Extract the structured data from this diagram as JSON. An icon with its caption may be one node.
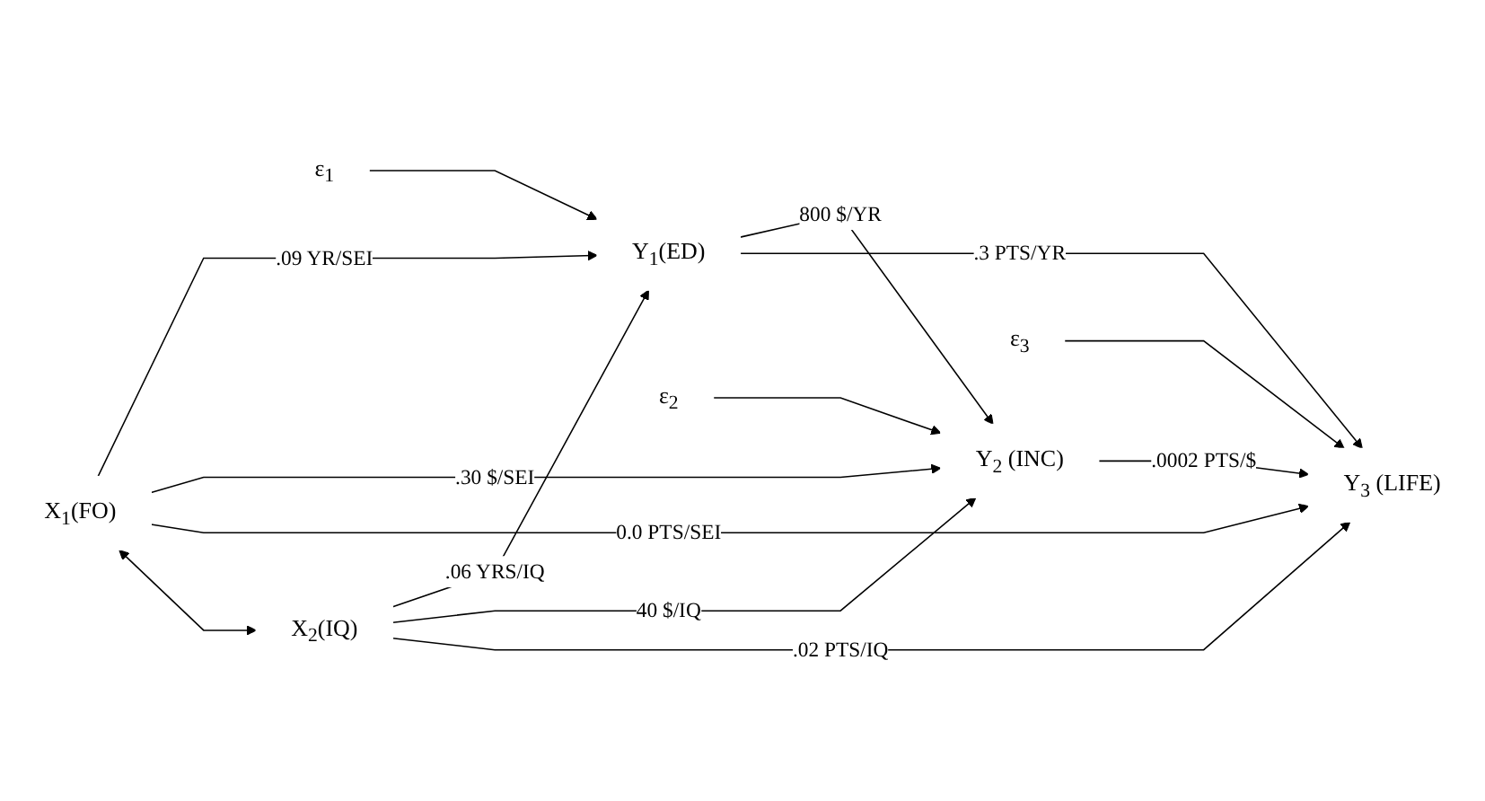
{
  "diagram": {
    "nodes": [
      {
        "text": [
          "X$_{1}$(FO)"
        ]
      },
      {
        "text": [
          "Y$_{1}$(ED)"
        ]
      },
      {
        "text": [
          "ε$_{1}$"
        ]
      },
      {
        "text": [
          "Y$_{2}$ (INC)"
        ]
      },
      {
        "text": [
          "ε$_{2}$"
        ]
      },
      {
        "text": [
          "X$_{2}$(IQ)"
        ]
      },
      {
        "text": [
          "Y$_{3}$ (LIFE)"
        ]
      },
      {
        "text": [
          "ε$_{3}$"
        ]
      }
    ],
    "edges": [
      {
        "from": 0,
        "to": 1,
        "arrow": "to",
        "label": ".09 YR/SEI"
      },
      {
        "from": 0,
        "to": 3,
        "arrow": "to",
        "label": ".30 $/SEI"
      },
      {
        "from": 0,
        "to": 6,
        "arrow": "to",
        "label": "0.0 PTS/SEI"
      },
      {
        "from": 0,
        "to": 5,
        "arrow": "both"
      },
      {
        "from": 1,
        "to": 3,
        "arrow": "to",
        "label": "800 $/YR"
      },
      {
        "from": 1,
        "to": 6,
        "arrow": "to",
        "label": ".3 PTS/YR"
      },
      {
        "from": 2,
        "to": 1,
        "arrow": "to"
      },
      {
        "from": 5,
        "to": 1,
        "arrow": "to",
        "label": ".06 YRS/IQ"
      },
      {
        "from": 5,
        "to": 3,
        "arrow": "to",
        "label": "40 $/IQ"
      },
      {
        "from": 5,
        "to": 6,
        "arrow": "to",
        "label": ".02 PTS/IQ"
      },
      {
        "from": 3,
        "to": 6,
        "arrow": "to",
        "label": ".0002 PTS/$"
      },
      {
        "from": 4,
        "to": 3,
        "arrow": "to"
      },
      {
        "from": 7,
        "to": 6,
        "arrow": "to"
      }
    ]
  }
}
